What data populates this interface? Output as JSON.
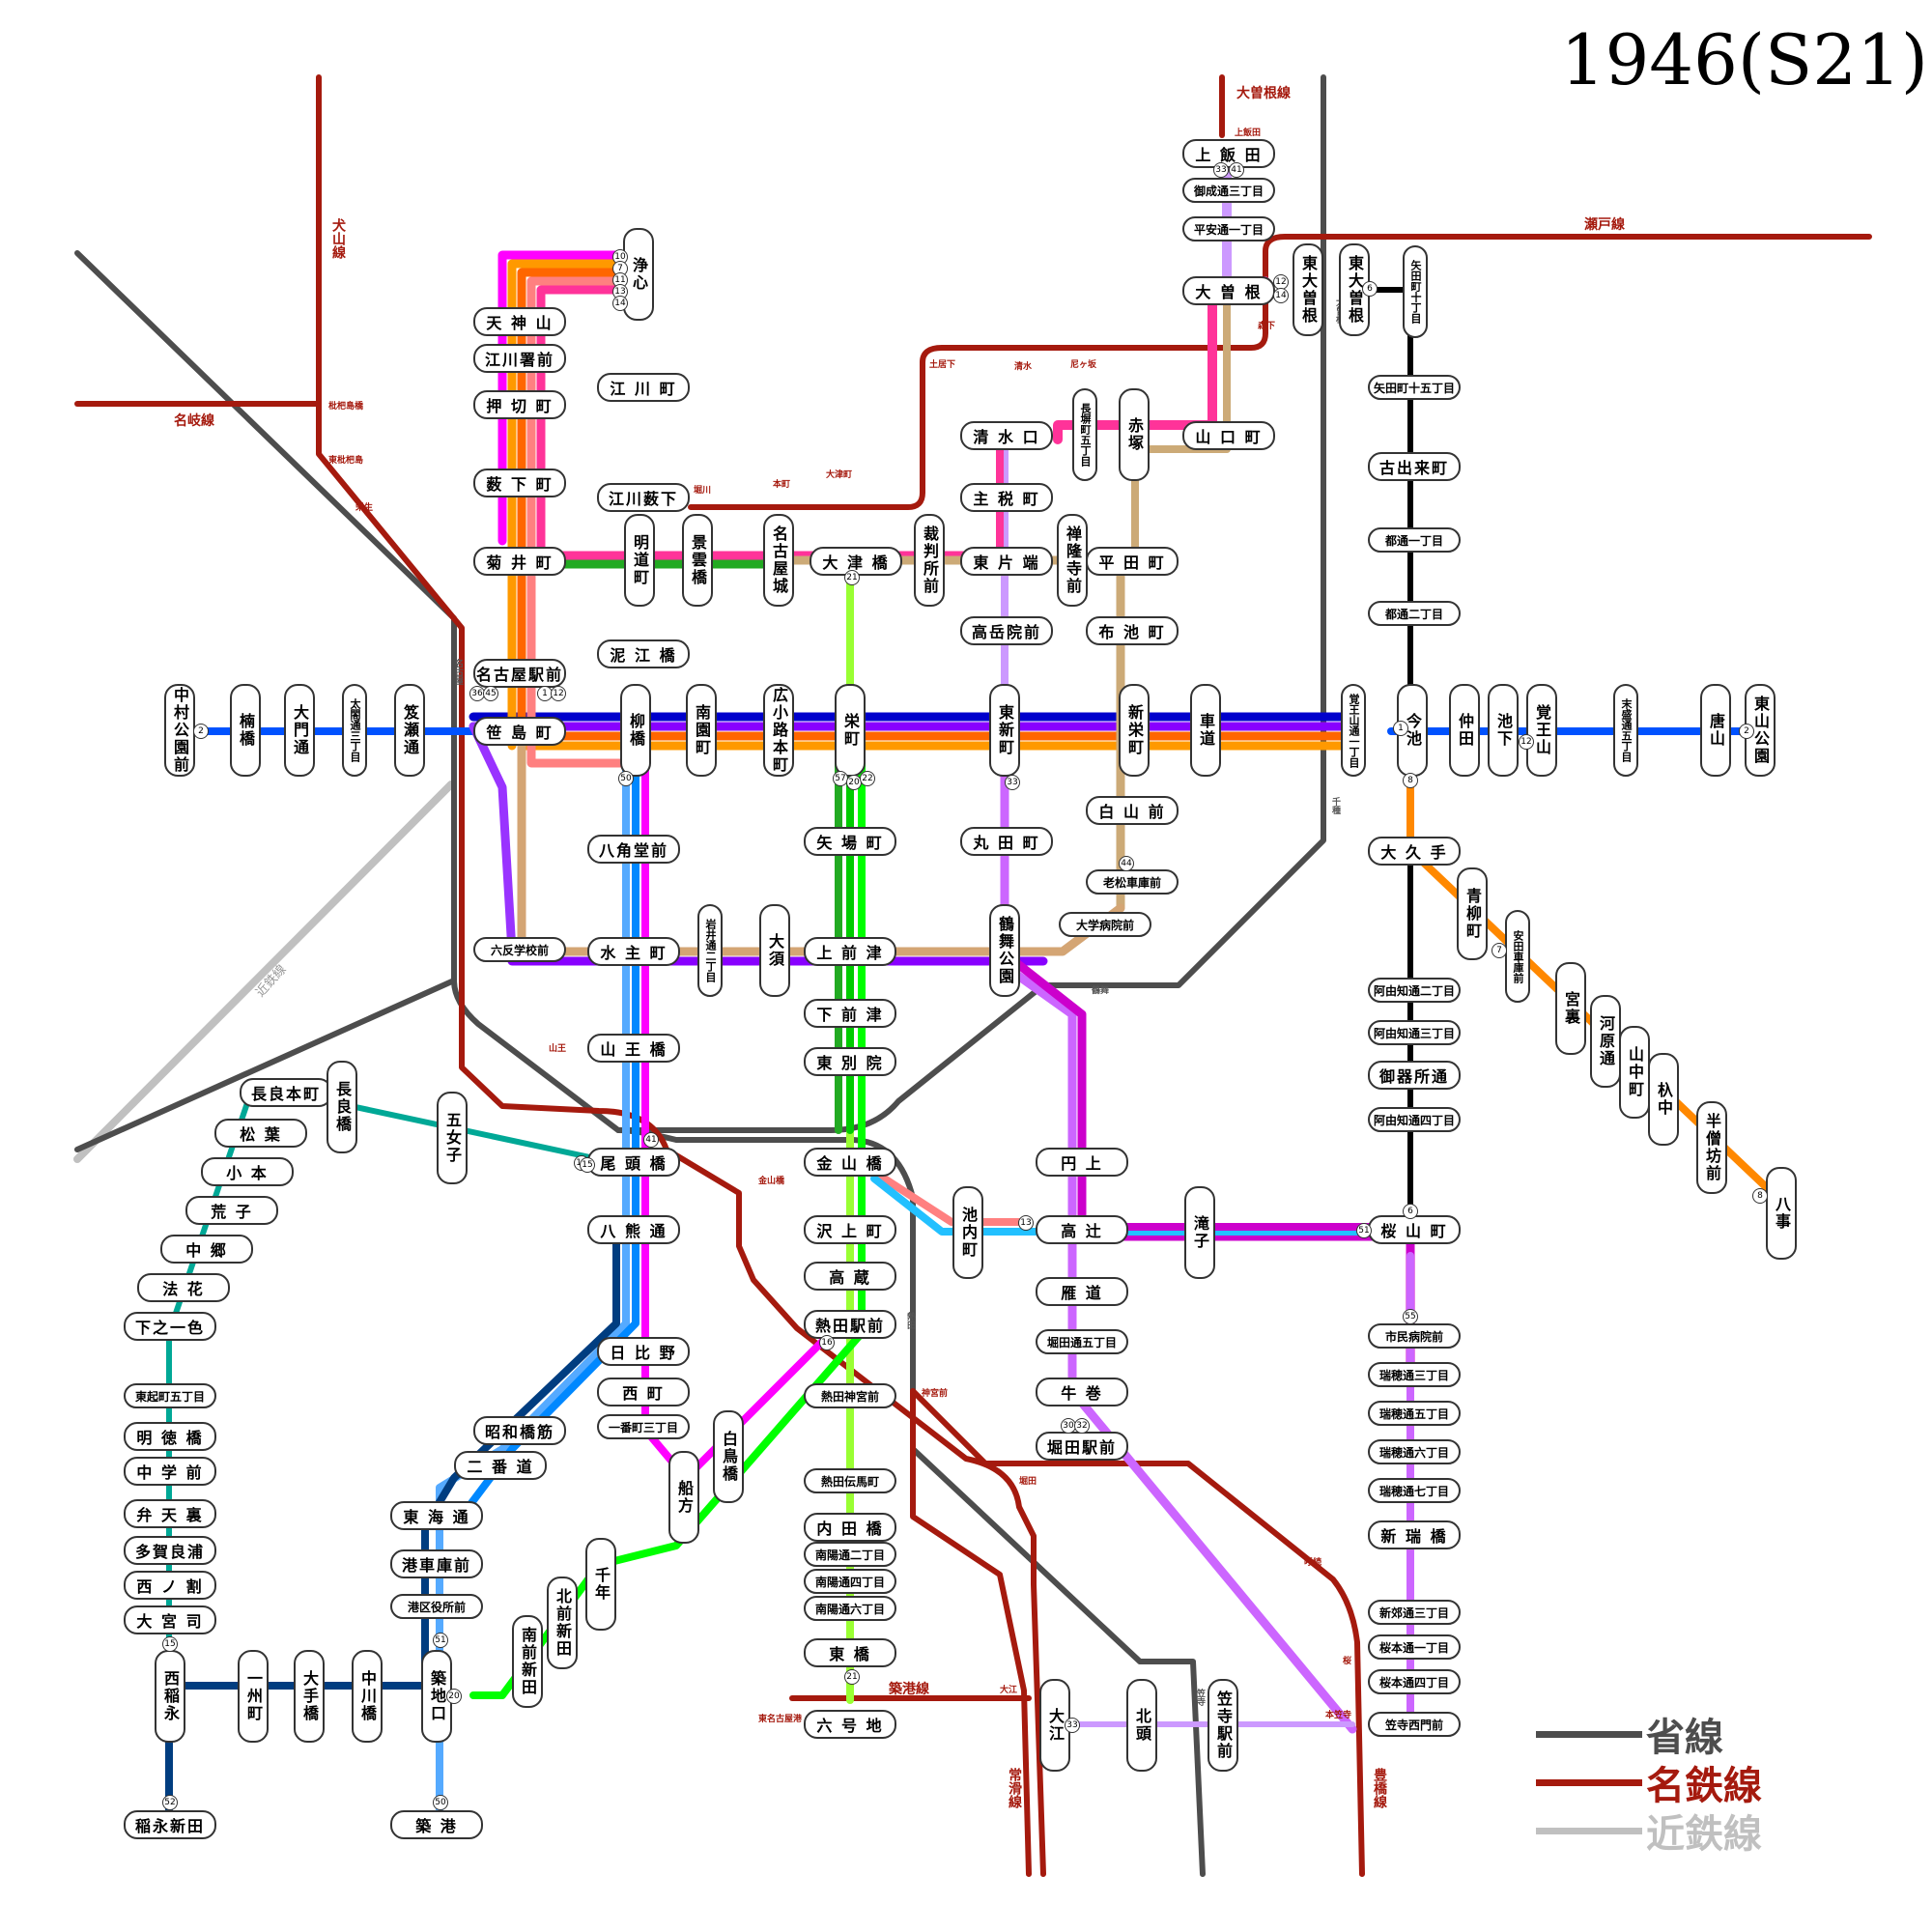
{
  "year": "1946(S21)",
  "legend": [
    {
      "label": "省線",
      "color": "#4d4d4d"
    },
    {
      "label": "名鉄線",
      "color": "#a51a0e"
    },
    {
      "label": "近鉄線",
      "color": "#c0c0c0"
    }
  ],
  "railway_labels": {
    "inuyama": "犬山線",
    "meigi": "名岐線",
    "ozone": "大曽根線",
    "seto": "瀬戸線",
    "chikko": "築港線",
    "tokoname": "常滑線",
    "toyohashi": "豊橋線",
    "kintetsu": "近鉄線"
  },
  "rail_station_labels": {
    "biwajima": "枇杷島橋",
    "higashi_biwajima": "東枇杷島",
    "eisei": "栄生",
    "horikawa": "堀川",
    "honmachi": "本町",
    "otsumachi": "大津町",
    "doikeshita": "土居下",
    "shimizu": "清水",
    "amagasaka": "尼ヶ坂",
    "morishita": "森下",
    "kamiiida": "上飯田",
    "sanno": "山王",
    "jingumae": "神宮前",
    "horita": "堀田",
    "yobitsugi": "呼続",
    "sakura": "桜",
    "motokasadera": "本笠寺",
    "oe": "大江",
    "higashi_nagoyako": "東名古屋港",
    "kanayama_bashi": "金山橋",
    "nagoya_jr": "名古屋",
    "tsurumai_jr": "鶴舞",
    "chikusa_jr": "千種",
    "ozone_jr": "大曽根",
    "atsuta_jr": "熱田",
    "kasadera_jr": "笠寺"
  },
  "stations": [
    {
      "name": "天 神 山",
      "o": "h"
    },
    {
      "name": "江川署前",
      "o": "h"
    },
    {
      "name": "押 切 町",
      "o": "h"
    },
    {
      "name": "薮 下 町",
      "o": "h"
    },
    {
      "name": "菊 井 町",
      "o": "h"
    },
    {
      "name": "名古屋駅前",
      "o": "h"
    },
    {
      "name": "笹 島 町",
      "o": "h"
    },
    {
      "name": "六反学校前",
      "o": "hs"
    },
    {
      "name": "浄心",
      "o": "v"
    },
    {
      "name": "江 川 町",
      "o": "h"
    },
    {
      "name": "江川薮下",
      "o": "h"
    },
    {
      "name": "明道町",
      "o": "v"
    },
    {
      "name": "景雲橋",
      "o": "v"
    },
    {
      "name": "名古屋城",
      "o": "v"
    },
    {
      "name": "大 津 橋",
      "o": "h"
    },
    {
      "name": "裁判所前",
      "o": "v"
    },
    {
      "name": "泥 江 橋",
      "o": "h"
    },
    {
      "name": "中村公園前",
      "o": "v"
    },
    {
      "name": "楠橋",
      "o": "v"
    },
    {
      "name": "大門通",
      "o": "v"
    },
    {
      "name": "太閤通三丁目",
      "o": "vs"
    },
    {
      "name": "笈瀬通",
      "o": "v"
    },
    {
      "name": "柳橋",
      "o": "v"
    },
    {
      "name": "南園町",
      "o": "v"
    },
    {
      "name": "広小路本町",
      "o": "v"
    },
    {
      "name": "栄町",
      "o": "v"
    },
    {
      "name": "東新町",
      "o": "v"
    },
    {
      "name": "新栄町",
      "o": "v"
    },
    {
      "name": "車道",
      "o": "v"
    },
    {
      "name": "覚王山通一丁目",
      "o": "vs"
    },
    {
      "name": "今池",
      "o": "v"
    },
    {
      "name": "仲田",
      "o": "v"
    },
    {
      "name": "池下",
      "o": "v"
    },
    {
      "name": "覚王山",
      "o": "v"
    },
    {
      "name": "末盛通五丁目",
      "o": "vs"
    },
    {
      "name": "唐山",
      "o": "v"
    },
    {
      "name": "東山公園",
      "o": "v"
    },
    {
      "name": "八角堂前",
      "o": "h"
    },
    {
      "name": "水 主 町",
      "o": "h"
    },
    {
      "name": "岩井通二丁目",
      "o": "vs"
    },
    {
      "name": "大須",
      "o": "v"
    },
    {
      "name": "上 前 津",
      "o": "h"
    },
    {
      "name": "矢 場 町",
      "o": "h"
    },
    {
      "name": "下 前 津",
      "o": "h"
    },
    {
      "name": "東 別 院",
      "o": "h"
    },
    {
      "name": "山 王 橋",
      "o": "h"
    },
    {
      "name": "尾 頭 橋",
      "o": "h"
    },
    {
      "name": "金 山 橋",
      "o": "h"
    },
    {
      "name": "八 熊 通",
      "o": "h"
    },
    {
      "name": "沢 上 町",
      "o": "h"
    },
    {
      "name": "高 蔵",
      "o": "h"
    },
    {
      "name": "熱田駅前",
      "o": "h"
    },
    {
      "name": "熱田神宮前",
      "o": "hs"
    },
    {
      "name": "熱田伝馬町",
      "o": "hs"
    },
    {
      "name": "内 田 橋",
      "o": "h"
    },
    {
      "name": "南陽通二丁目",
      "o": "hs"
    },
    {
      "name": "南陽通四丁目",
      "o": "hs"
    },
    {
      "name": "南陽通六丁目",
      "o": "hs"
    },
    {
      "name": "東 橋",
      "o": "h"
    },
    {
      "name": "六 号 地",
      "o": "h"
    },
    {
      "name": "清 水 口",
      "o": "h"
    },
    {
      "name": "主 税 町",
      "o": "h"
    },
    {
      "name": "東 片 端",
      "o": "h"
    },
    {
      "name": "高岳院前",
      "o": "h"
    },
    {
      "name": "丸 田 町",
      "o": "h"
    },
    {
      "name": "鶴舞公園",
      "o": "v"
    },
    {
      "name": "長塀町五丁目",
      "o": "vs"
    },
    {
      "name": "赤塚",
      "o": "v"
    },
    {
      "name": "禅隆寺前",
      "o": "v"
    },
    {
      "name": "平 田 町",
      "o": "h"
    },
    {
      "name": "布 池 町",
      "o": "h"
    },
    {
      "name": "白 山 前",
      "o": "h"
    },
    {
      "name": "老松車庫前",
      "o": "hs"
    },
    {
      "name": "大学病院前",
      "o": "hs"
    },
    {
      "name": "上 飯 田",
      "o": "h"
    },
    {
      "name": "御成通三丁目",
      "o": "hs"
    },
    {
      "name": "平安通一丁目",
      "o": "hs"
    },
    {
      "name": "大 曽 根",
      "o": "h"
    },
    {
      "name": "東大曽根",
      "o": "v"
    },
    {
      "name": "東大曽根",
      "o": "v"
    },
    {
      "name": "山 口 町",
      "o": "h"
    },
    {
      "name": "矢田町十丁目",
      "o": "vs"
    },
    {
      "name": "矢田町十五丁目",
      "o": "hs"
    },
    {
      "name": "古出来町",
      "o": "h"
    },
    {
      "name": "都通一丁目",
      "o": "hs"
    },
    {
      "name": "都通二丁目",
      "o": "hs"
    },
    {
      "name": "大 久 手",
      "o": "h"
    },
    {
      "name": "青柳町",
      "o": "v"
    },
    {
      "name": "安田車庫前",
      "o": "vs"
    },
    {
      "name": "宮裏",
      "o": "v"
    },
    {
      "name": "河原通",
      "o": "v"
    },
    {
      "name": "山中町",
      "o": "v"
    },
    {
      "name": "杁中",
      "o": "v"
    },
    {
      "name": "半僧坊前",
      "o": "v"
    },
    {
      "name": "八事",
      "o": "v"
    },
    {
      "name": "阿由知通二丁目",
      "o": "hs"
    },
    {
      "name": "阿由知通三丁目",
      "o": "hs"
    },
    {
      "name": "御器所通",
      "o": "h"
    },
    {
      "name": "阿由知通四丁目",
      "o": "hs"
    },
    {
      "name": "桜 山 町",
      "o": "h"
    },
    {
      "name": "市民病院前",
      "o": "hs"
    },
    {
      "name": "瑞穂通三丁目",
      "o": "hs"
    },
    {
      "name": "瑞穂通五丁目",
      "o": "hs"
    },
    {
      "name": "瑞穂通六丁目",
      "o": "hs"
    },
    {
      "name": "瑞穂通七丁目",
      "o": "hs"
    },
    {
      "name": "新 瑞 橋",
      "o": "h"
    },
    {
      "name": "新郊通三丁目",
      "o": "hs"
    },
    {
      "name": "桜本通一丁目",
      "o": "hs"
    },
    {
      "name": "桜本通四丁目",
      "o": "hs"
    },
    {
      "name": "笠寺西門前",
      "o": "hs"
    },
    {
      "name": "円 上",
      "o": "h"
    },
    {
      "name": "高 辻",
      "o": "h"
    },
    {
      "name": "滝子",
      "o": "v"
    },
    {
      "name": "池内町",
      "o": "v"
    },
    {
      "name": "雁 道",
      "o": "h"
    },
    {
      "name": "堀田通五丁目",
      "o": "hs"
    },
    {
      "name": "牛 巻",
      "o": "h"
    },
    {
      "name": "堀田駅前",
      "o": "h"
    },
    {
      "name": "長良本町",
      "o": "h"
    },
    {
      "name": "長良橋",
      "o": "v"
    },
    {
      "name": "五女子",
      "o": "v"
    },
    {
      "name": "松 葉",
      "o": "h"
    },
    {
      "name": "小 本",
      "o": "h"
    },
    {
      "name": "荒 子",
      "o": "h"
    },
    {
      "name": "中 郷",
      "o": "h"
    },
    {
      "name": "法 花",
      "o": "h"
    },
    {
      "name": "下之一色",
      "o": "h"
    },
    {
      "name": "東起町五丁目",
      "o": "hs"
    },
    {
      "name": "明 徳 橋",
      "o": "h"
    },
    {
      "name": "中 学 前",
      "o": "h"
    },
    {
      "name": "弁 天 裏",
      "o": "h"
    },
    {
      "name": "多賀良浦",
      "o": "h"
    },
    {
      "name": "西 ノ 割",
      "o": "h"
    },
    {
      "name": "大 宮 司",
      "o": "h"
    },
    {
      "name": "西稲永",
      "o": "v"
    },
    {
      "name": "一州町",
      "o": "v"
    },
    {
      "name": "大手橋",
      "o": "v"
    },
    {
      "name": "中川橋",
      "o": "v"
    },
    {
      "name": "築地口",
      "o": "v"
    },
    {
      "name": "稲永新田",
      "o": "h"
    },
    {
      "name": "築 港",
      "o": "h"
    },
    {
      "name": "日 比 野",
      "o": "h"
    },
    {
      "name": "西 町",
      "o": "h"
    },
    {
      "name": "一番町三丁目",
      "o": "hs"
    },
    {
      "name": "昭和橋筋",
      "o": "h"
    },
    {
      "name": "二 番 道",
      "o": "h"
    },
    {
      "name": "東 海 通",
      "o": "h"
    },
    {
      "name": "港車庫前",
      "o": "h"
    },
    {
      "name": "港区役所前",
      "o": "hs"
    },
    {
      "name": "船方",
      "o": "v"
    },
    {
      "name": "白鳥橋",
      "o": "v"
    },
    {
      "name": "千年",
      "o": "v"
    },
    {
      "name": "北前新田",
      "o": "v"
    },
    {
      "name": "南前新田",
      "o": "v"
    },
    {
      "name": "大江",
      "o": "v"
    },
    {
      "name": "北頭",
      "o": "v"
    },
    {
      "name": "笠寺駅前",
      "o": "v"
    }
  ],
  "route_numbers": [
    "1",
    "2",
    "6",
    "7",
    "8",
    "10",
    "11",
    "12",
    "13",
    "14",
    "15",
    "16",
    "20",
    "21",
    "22",
    "30",
    "32",
    "33",
    "36",
    "41",
    "44",
    "45",
    "50",
    "51",
    "52",
    "55",
    "57"
  ],
  "line_colors": {
    "rt1": "#0000cc",
    "rt2": "#0052ff",
    "rt7": "#ff9900",
    "rt10": "#ff00ff",
    "rt11": "#ff6600",
    "rt12": "#ff3399",
    "rt13": "#ff8080",
    "rt14": "#f08080",
    "rt15": "#00a896",
    "rt16": "#ff00ff",
    "rt20": "#00ff00",
    "rt21": "#99ff33",
    "rt22": "#22aa22",
    "rt32": "#cc99ff",
    "rt33": "#cc66ff",
    "rt36": "#8800ff",
    "rt41": "#d4a574",
    "rt44": "#ccaa77",
    "rt45": "#9933ff",
    "rt50": "#55aaff",
    "rt51": "#cc00cc",
    "rt52": "#003d80",
    "rt55": "#cc00cc",
    "rt57": "#00cc00",
    "rt8": "#ff8800",
    "rt6": "#000000",
    "sho": "#4d4d4d",
    "meitetsu": "#a51a0e",
    "kintetsu": "#c0c0c0"
  }
}
